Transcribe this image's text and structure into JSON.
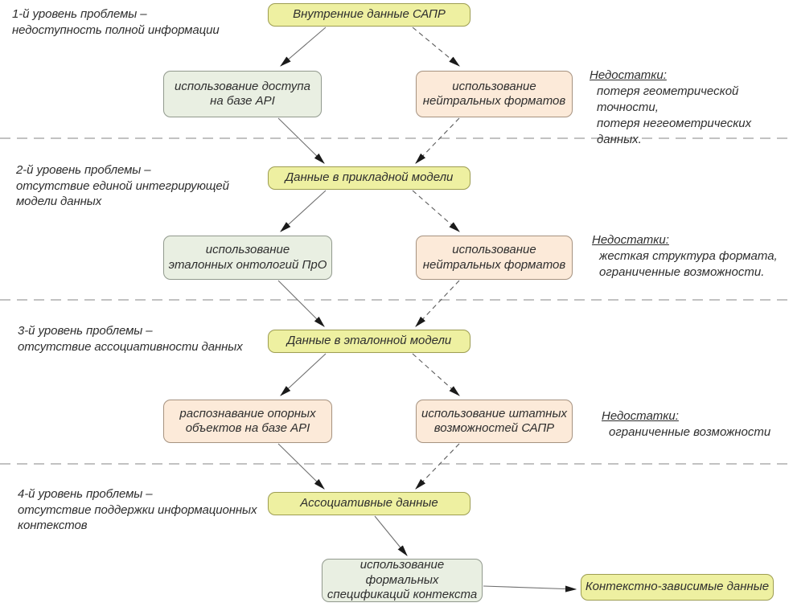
{
  "diagram": {
    "levels": [
      {
        "problem_label": [
          "1-й уровень проблемы –",
          "недоступность полной информации"
        ],
        "source_box": "Внутренние данные САПР",
        "solution_left": [
          "использование доступа",
          "на базе API"
        ],
        "solution_right": [
          "использование",
          "нейтральных форматов"
        ],
        "drawbacks": {
          "title": "Недостатки:",
          "lines": [
            "потеря геометрической точности,",
            "потеря негеометрических данных."
          ]
        }
      },
      {
        "problem_label": [
          "2-й уровень проблемы –",
          "отсутствие единой интегрирующей",
          "модели данных"
        ],
        "source_box": "Данные в прикладной модели",
        "solution_left": [
          "использование",
          "эталонных онтологий ПрО"
        ],
        "solution_right": [
          "использование",
          "нейтральных форматов"
        ],
        "drawbacks": {
          "title": "Недостатки:",
          "lines": [
            "жесткая структура формата,",
            "ограниченные возможности."
          ]
        }
      },
      {
        "problem_label": [
          "3-й уровень проблемы –",
          "отсутствие ассоциативности данных"
        ],
        "source_box": "Данные в эталонной модели",
        "solution_left": [
          "распознавание опорных",
          "объектов на базе API"
        ],
        "solution_right": [
          "использование штатных",
          "возможностей САПР"
        ],
        "drawbacks": {
          "title": "Недостатки:",
          "lines": [
            "ограниченные возможности"
          ]
        }
      },
      {
        "problem_label": [
          "4-й уровень проблемы –",
          "отсутствие поддержки информационных",
          "контекстов"
        ],
        "source_box": "Ассоциативные данные",
        "solution_left": [
          "использование формальных",
          "спецификаций контекста"
        ],
        "result_box": "Контекстно-зависимые данные"
      }
    ],
    "colors": {
      "source_fill": "#eef0a1",
      "source_border": "#9f9f52",
      "solution_fill": "#e9efe2",
      "solution_border": "#939b8f",
      "neutral_fill": "#fcead9",
      "neutral_border": "#a89481",
      "text": "#2e2e2e",
      "line": "#6f6f6f"
    }
  }
}
